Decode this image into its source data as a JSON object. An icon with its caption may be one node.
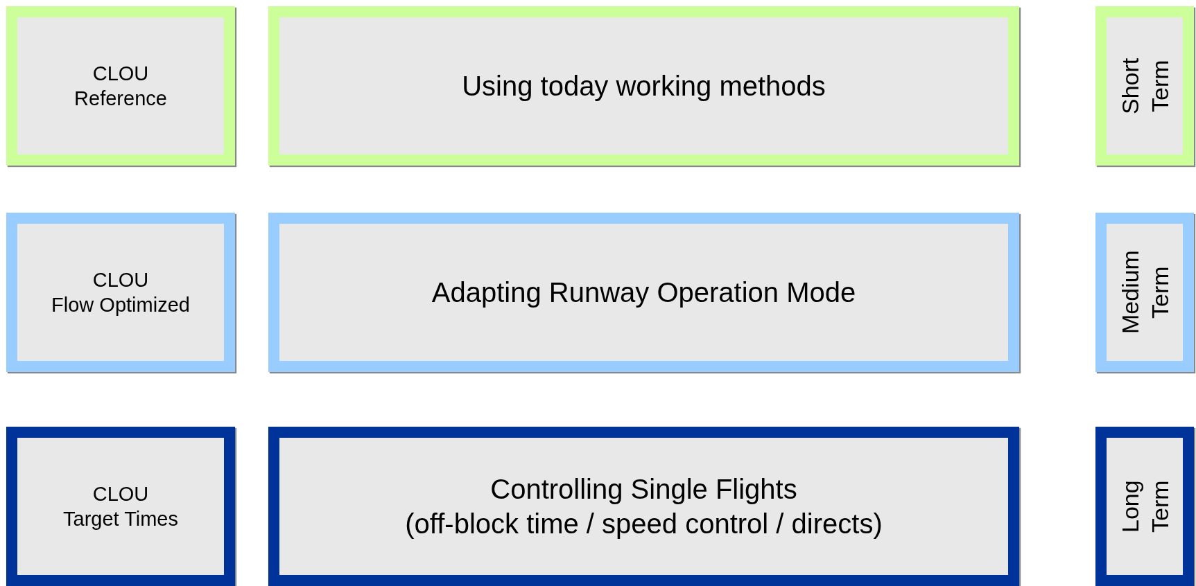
{
  "diagram": {
    "nodes": [
      {
        "text": [
          "CLOU",
          "Reference"
        ]
      },
      {
        "text": [
          "Using today working methods"
        ]
      },
      {
        "text": [
          "Short Term"
        ]
      },
      {
        "text": [
          "CLOU",
          "Flow Optimized"
        ]
      },
      {
        "text": [
          "Adapting Runway Operation Mode"
        ]
      },
      {
        "text": [
          "Medium Term"
        ]
      },
      {
        "text": [
          "CLOU",
          "Target Times"
        ]
      },
      {
        "text": [
          "Controlling Single Flights",
          "(off-block time / speed control / directs)"
        ]
      },
      {
        "text": [
          "Long Term"
        ]
      }
    ]
  }
}
